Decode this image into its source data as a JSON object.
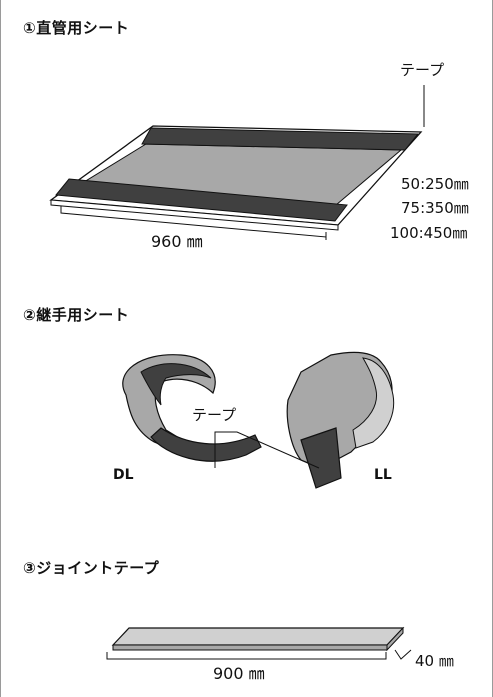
{
  "sections": {
    "straight": {
      "title": "①直管用シート",
      "tape_label": "テープ",
      "width_label": "960 ㎜",
      "size_lines": [
        "50:250㎜",
        "75:350㎜",
        "100:450㎜"
      ]
    },
    "joint": {
      "title": "②継手用シート",
      "tape_label": "テープ",
      "left_label": "DL",
      "right_label": "LL"
    },
    "joint_tape": {
      "title": "③ジョイントテープ",
      "width_label": "900 ㎜",
      "height_label": "40 ㎜"
    }
  },
  "colors": {
    "sheet_gray": "#a8a8a8",
    "sheet_light": "#d0d0d0",
    "tape_dark": "#404040",
    "line": "#111111"
  }
}
